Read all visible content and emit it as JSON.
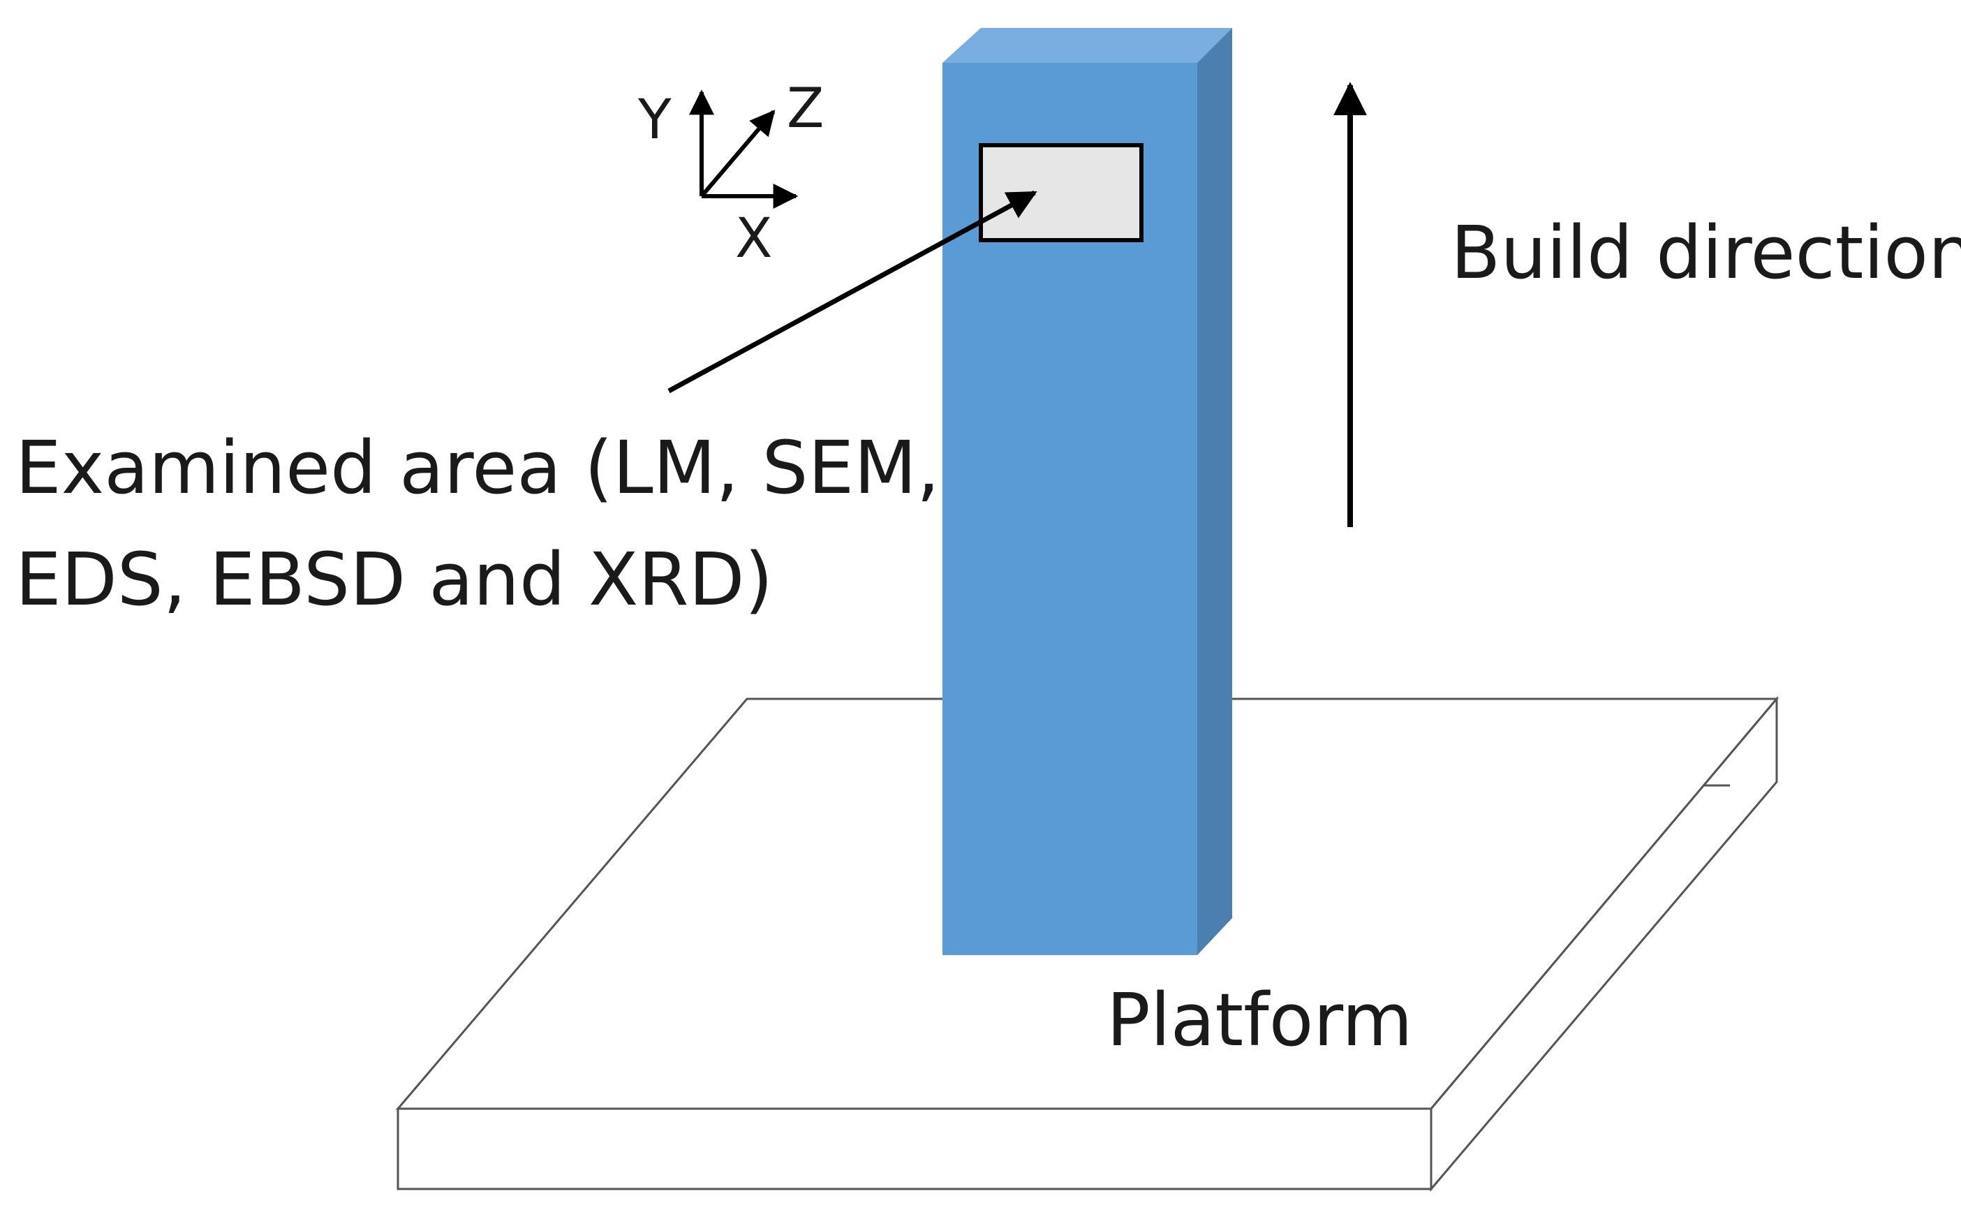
{
  "axes": {
    "y_label": "Y",
    "z_label": "Z",
    "x_label": "X"
  },
  "labels": {
    "build_direction": "Build direction",
    "examined_area_line1": "Examined area (LM, SEM,",
    "examined_area_line2": "EDS, EBSD and XRD)",
    "platform": "Platform"
  },
  "colors": {
    "pillar_front": "#5b9bd5",
    "pillar_top": "#7aaee0",
    "pillar_side": "#4a7fb0",
    "examined_area_fill": "#e6e6e6",
    "platform_fill": "#ffffff",
    "stroke": "#000000"
  },
  "icons": {
    "build_direction_arrow": "arrow-up-icon",
    "coordinate_axes": "xyz-axes-icon"
  }
}
